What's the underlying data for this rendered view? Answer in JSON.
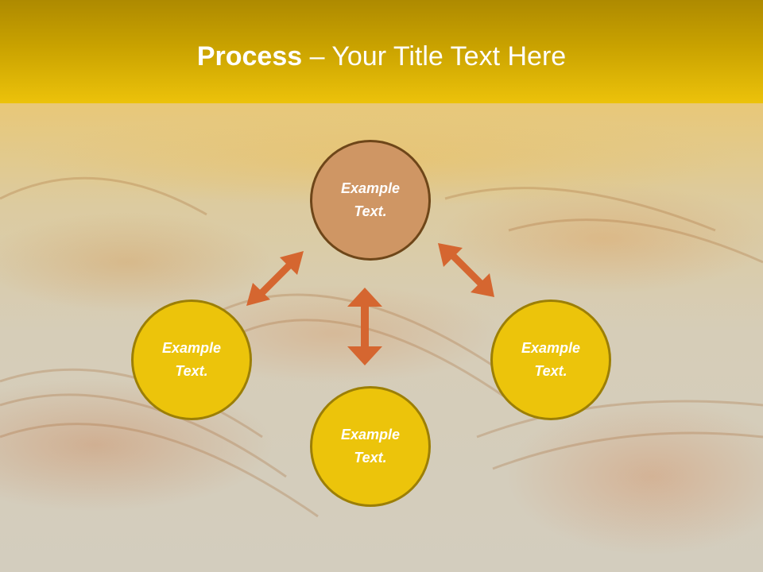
{
  "slide": {
    "title": {
      "bold": "Process",
      "rest": " – Your Title Text Here"
    },
    "colors": {
      "title_band_top": "#ae8a00",
      "title_band_bottom": "#ecc20a",
      "top_node_fill": "#cf9664",
      "top_node_border": "#6e4619",
      "gold_node_fill": "#ecc40b",
      "gold_node_border": "#9c7f06",
      "arrow": "#d56630"
    },
    "nodes": [
      {
        "id": "top",
        "line1": "Example",
        "line2": "Text."
      },
      {
        "id": "left",
        "line1": "Example",
        "line2": "Text."
      },
      {
        "id": "bottom",
        "line1": "Example",
        "line2": "Text."
      },
      {
        "id": "right",
        "line1": "Example",
        "line2": "Text."
      }
    ],
    "arrows": [
      {
        "id": "top-left",
        "direction": "bidirectional-diagonal"
      },
      {
        "id": "top-bottom",
        "direction": "bidirectional-vertical"
      },
      {
        "id": "top-right",
        "direction": "bidirectional-diagonal"
      }
    ]
  }
}
